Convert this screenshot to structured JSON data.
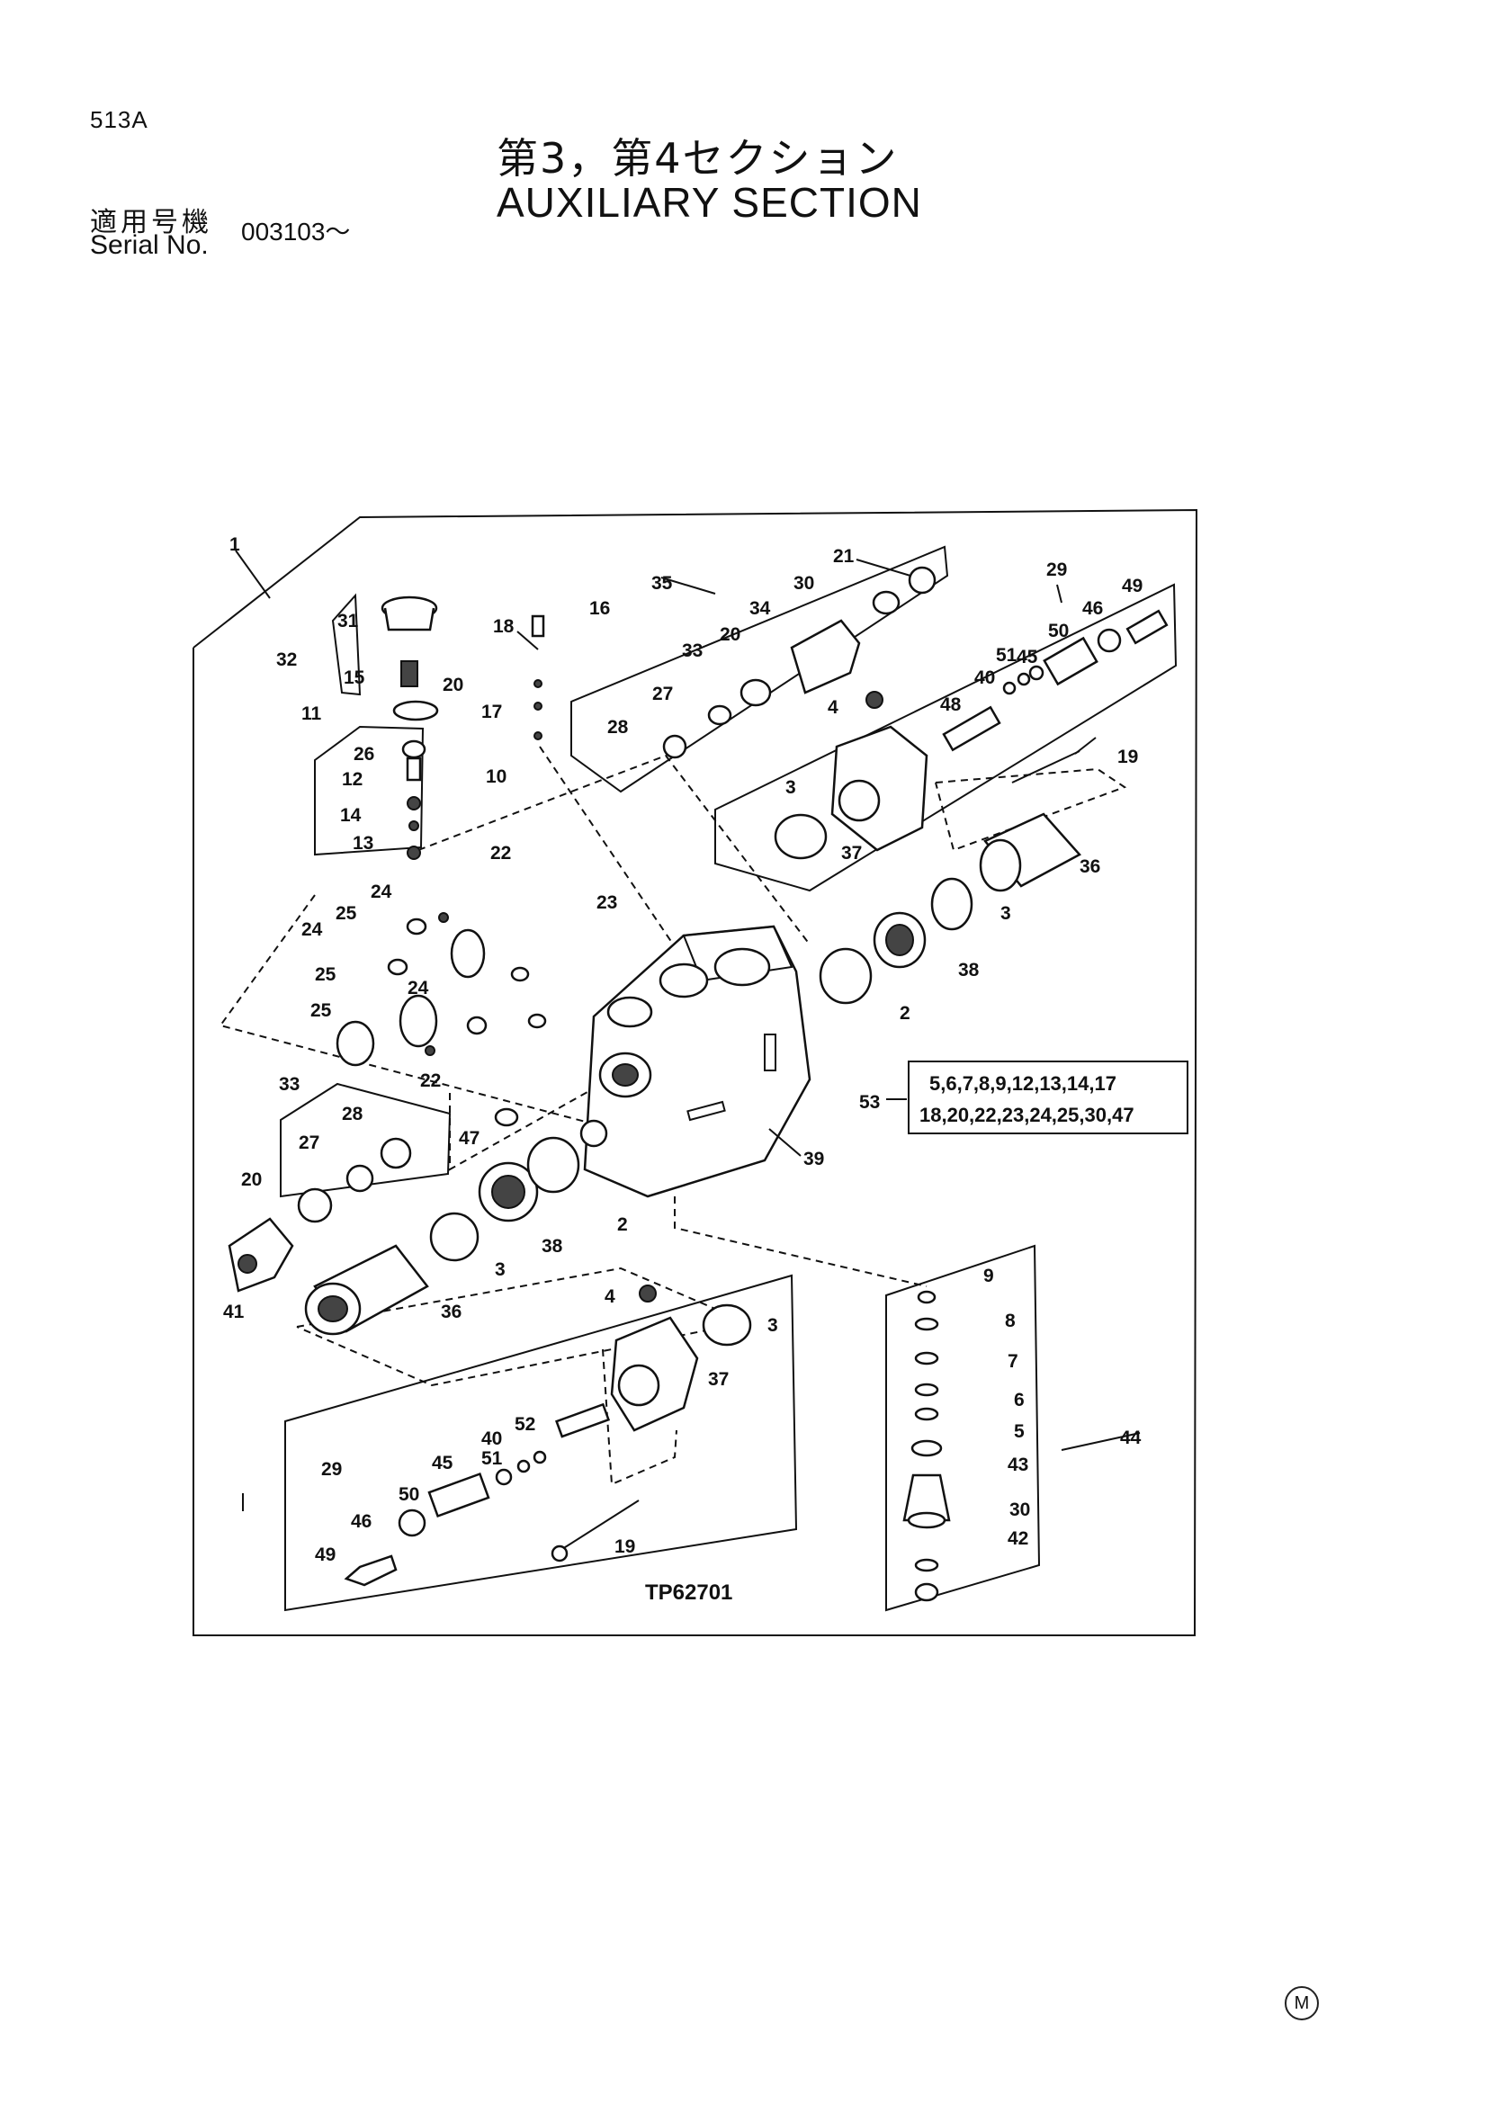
{
  "header": {
    "page_code": "513A",
    "title_jp": "第3，第4セクション",
    "title_en": "AUXILIARY  SECTION",
    "serial_label_jp": "適用号機",
    "serial_label_en": "Serial No.",
    "serial_value": "003103～"
  },
  "diagram": {
    "drawing_number": "TP62701",
    "kit_ref": "53",
    "kit_line1": "5,6,7,8,9,12,13,14,17",
    "kit_line2": "18,20,22,23,24,25,30,47",
    "callouts": {
      "c1": "1",
      "c16": "16",
      "c18": "18",
      "c17": "17",
      "c10": "10",
      "c31": "31",
      "c32": "32",
      "c15": "15",
      "c20a": "20",
      "c11": "11",
      "c26": "26",
      "c12": "12",
      "c14": "14",
      "c13": "13",
      "c35": "35",
      "c21": "21",
      "c30a": "30",
      "c34": "34",
      "c33a": "33",
      "c20b": "20",
      "c27a": "27",
      "c28a": "28",
      "c4a": "4",
      "c29a": "29",
      "c46a": "46",
      "c49a": "49",
      "c50a": "50",
      "c51a": "51",
      "c45a": "45",
      "c40a": "40",
      "c48": "48",
      "c19a": "19",
      "c3a": "3",
      "c37a": "37",
      "c36a": "36",
      "c3b": "3",
      "c38a": "38",
      "c2a": "2",
      "c22a": "22",
      "c23": "23",
      "c24a": "24",
      "c25a": "25",
      "c24b": "24",
      "c25b": "25",
      "c24c": "24",
      "c25c": "25",
      "c22b": "22",
      "c33b": "33",
      "c28b": "28",
      "c47": "47",
      "c27b": "27",
      "c20c": "20",
      "c41": "41",
      "c38b": "38",
      "c2b": "2",
      "c3c": "3",
      "c36b": "36",
      "c39": "39",
      "c4b": "4",
      "c3d": "3",
      "c37b": "37",
      "c52": "52",
      "c40b": "40",
      "c51b": "51",
      "c45b": "45",
      "c50b": "50",
      "c29b": "29",
      "c46b": "46",
      "c49b": "49",
      "c19b": "19",
      "c9": "9",
      "c8": "8",
      "c7": "7",
      "c6": "6",
      "c5": "5",
      "c43": "43",
      "c30b": "30",
      "c42": "42",
      "c44": "44"
    }
  },
  "footer": {
    "mark": "M"
  }
}
